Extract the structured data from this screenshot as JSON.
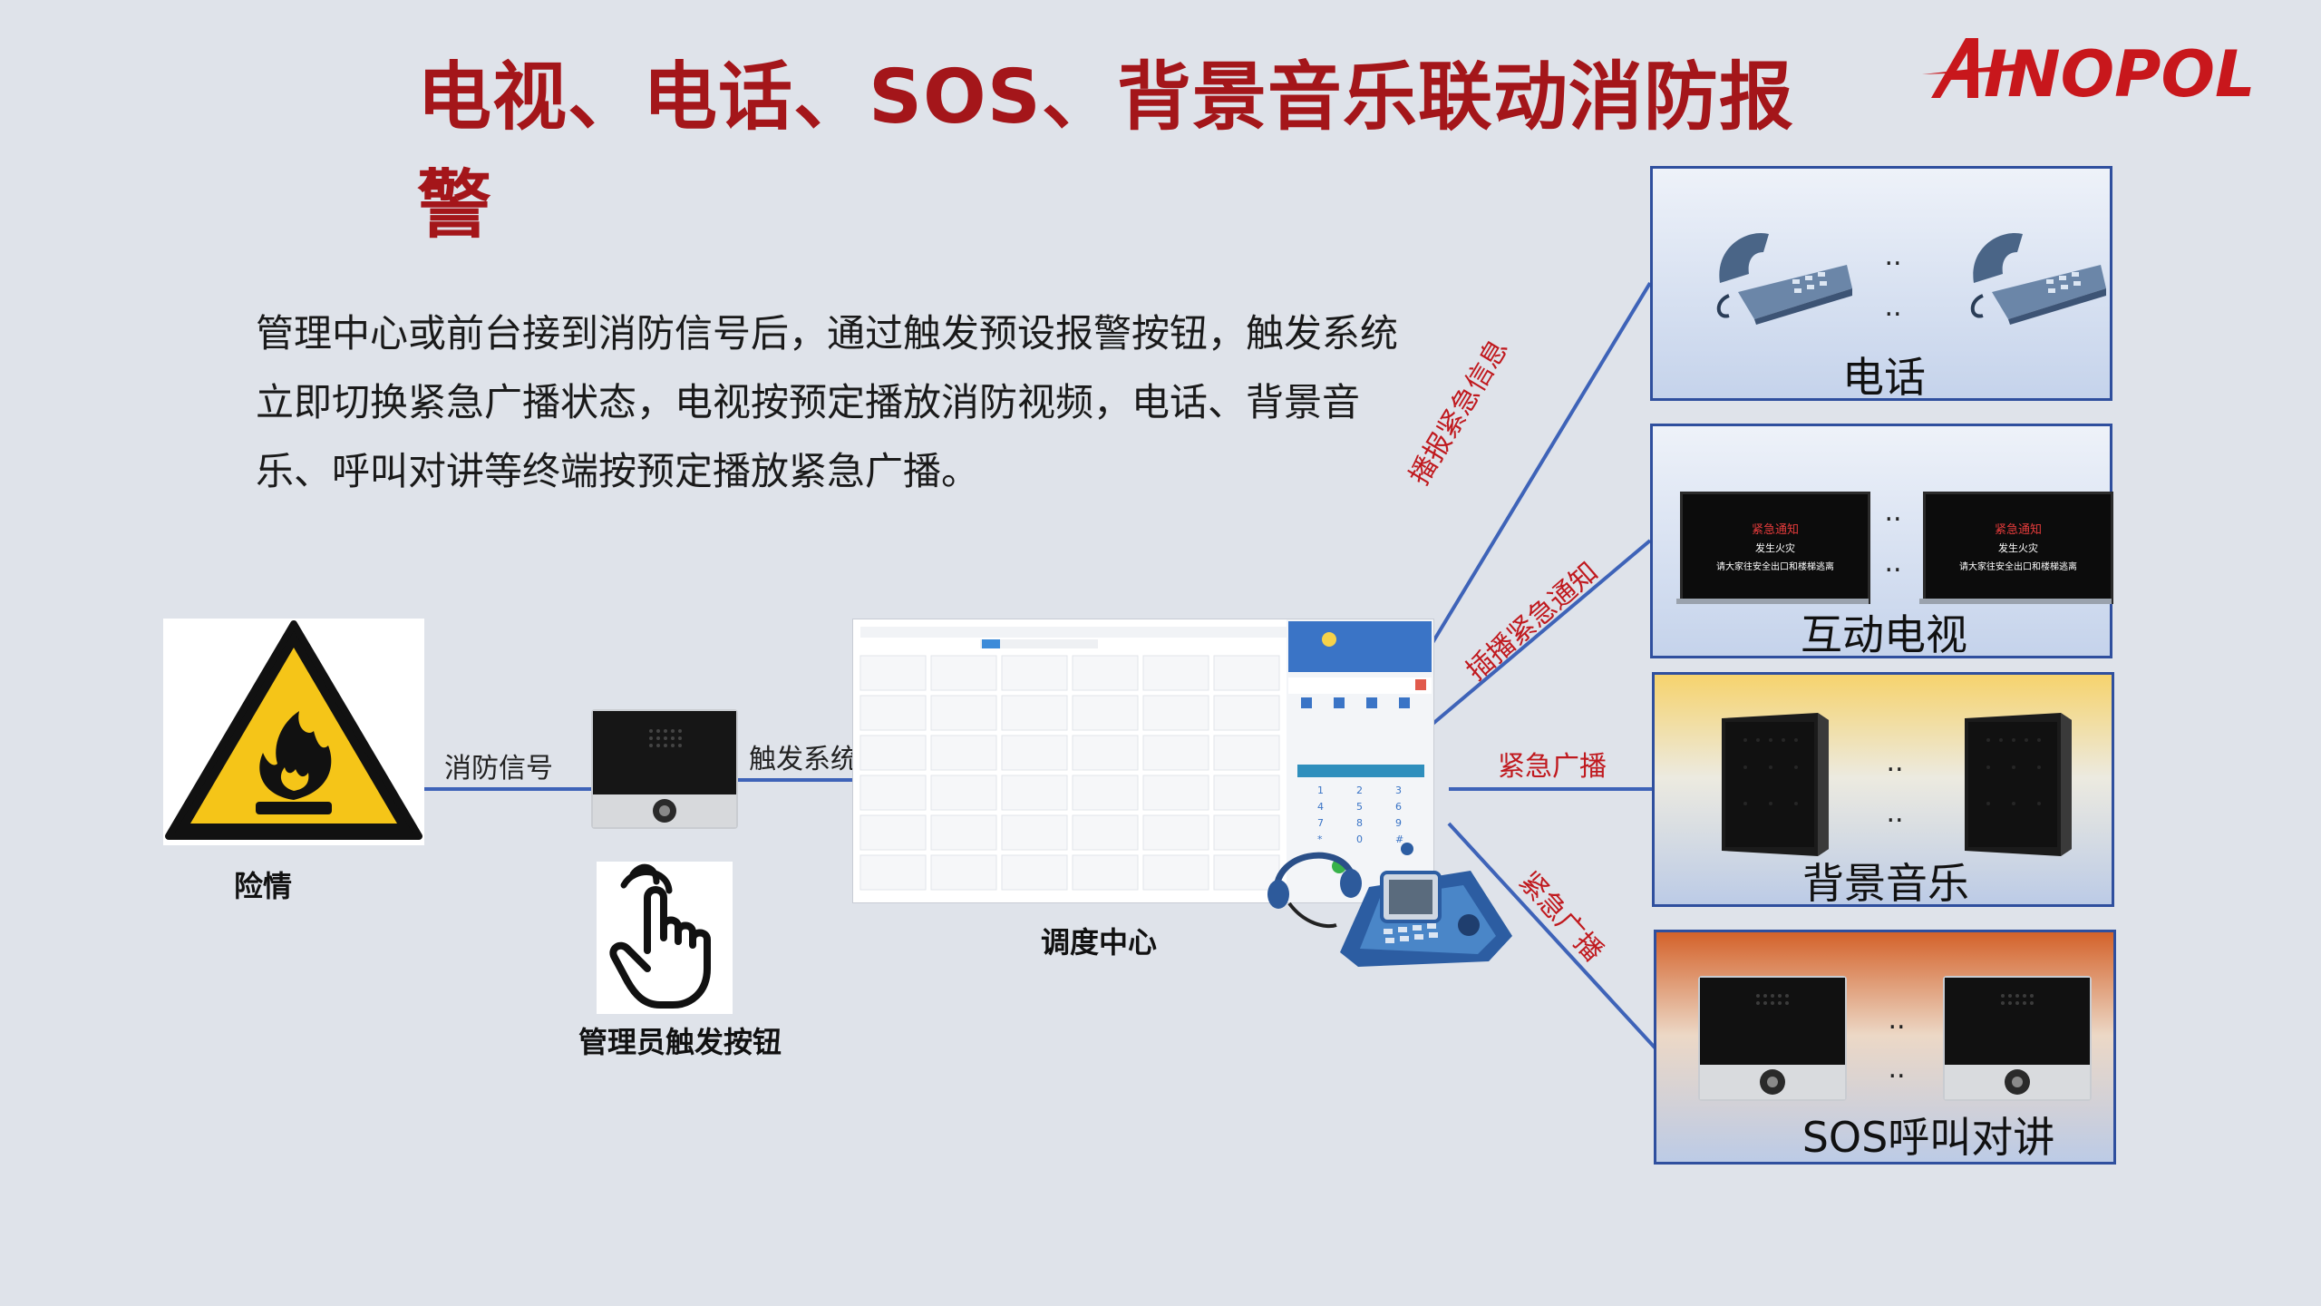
{
  "title": "电视、电话、SOS、背景音乐联动消防报警",
  "logo_text": "AINOPOL",
  "description": "管理中心或前台接到消防信号后，通过触发预设报警按钮，触发系统立即切换紧急广播状态，电视按预定播放消防视频，电话、背景音乐、呼叫对讲等终端按预定播放紧急广播。",
  "nodes": {
    "hazard": "险情",
    "admin_button": "管理员触发按钮",
    "dispatch_center": "调度中心"
  },
  "flow_labels": {
    "fire_signal": "消防信号",
    "trigger_system": "触发系统"
  },
  "links": {
    "phone": "播报紧急信息",
    "tv": "插播紧急通知",
    "music": "紧急广播",
    "sos": "紧急广播"
  },
  "panels": {
    "phone": "电话",
    "tv": "互动电视",
    "music": "背景音乐",
    "sos": "SOS呼叫对讲"
  },
  "tv_screen": {
    "heading": "紧急通知",
    "line1": "发生火灾",
    "line2": "请大家往安全出口和楼梯逃离"
  },
  "dots": "..",
  "colors": {
    "title": "#a4161a",
    "link": "#3e63b8",
    "link_label": "#c0191e"
  }
}
